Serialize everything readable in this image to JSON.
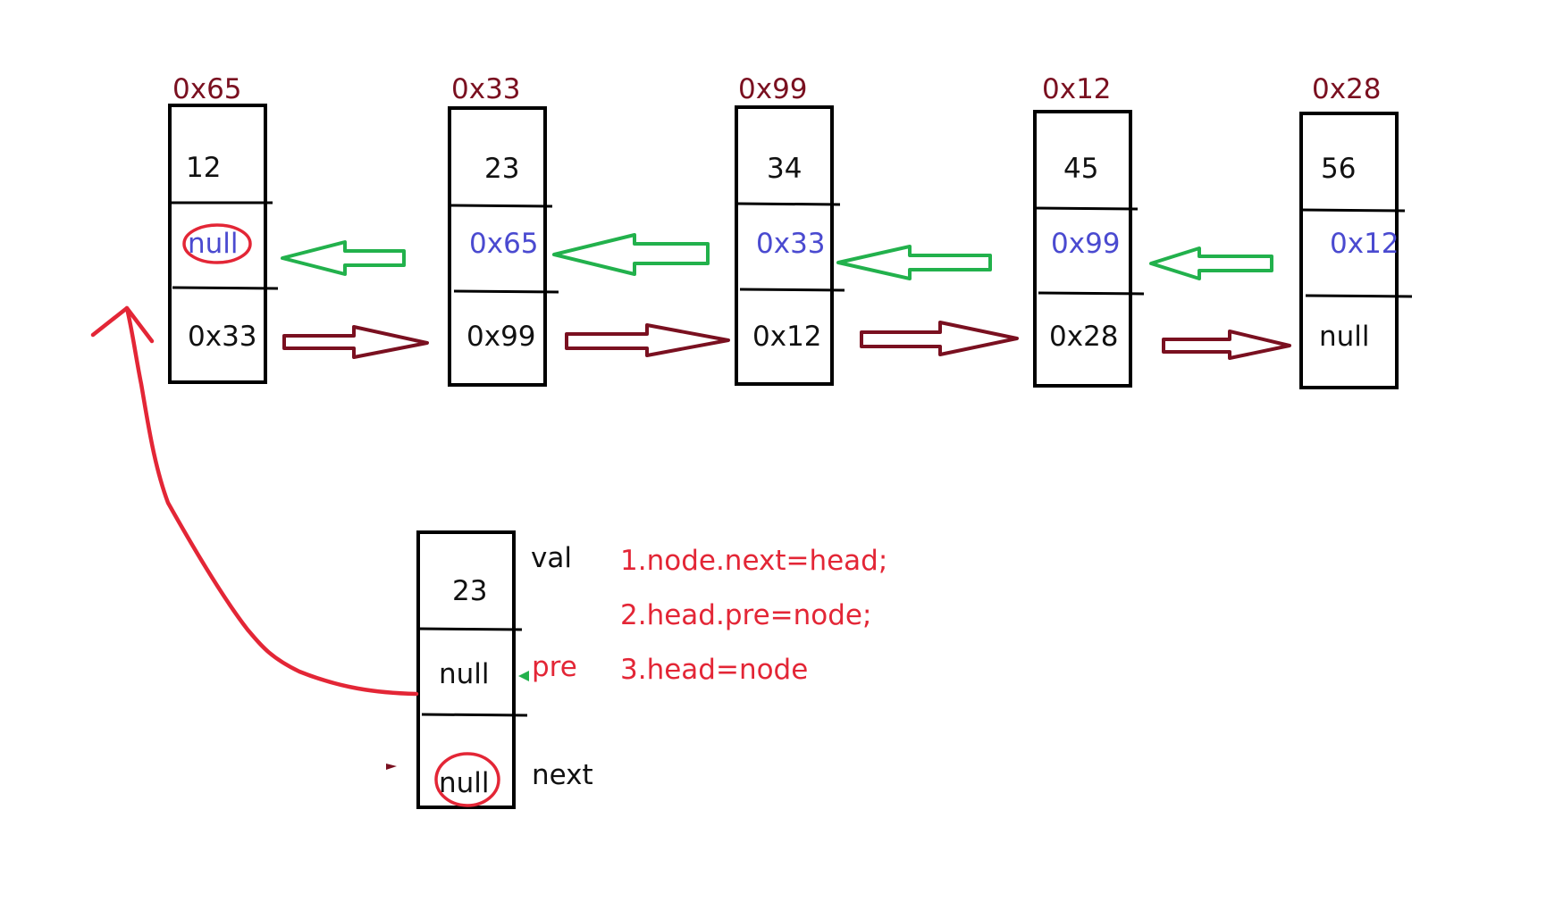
{
  "colors": {
    "box": "#000000",
    "address": "#7a1020",
    "pre_value": "#4a4ad0",
    "green_arrow": "#22b14c",
    "dark_red_arrow": "#7a1020",
    "red_annotation": "#e32636"
  },
  "list_nodes": [
    {
      "address": "0x65",
      "val": "12",
      "pre": "null",
      "next": "0x33",
      "pre_circled": true
    },
    {
      "address": "0x33",
      "val": "23",
      "pre": "0x65",
      "next": "0x99",
      "pre_circled": false
    },
    {
      "address": "0x99",
      "val": "34",
      "pre": "0x33",
      "next": "0x12",
      "pre_circled": false
    },
    {
      "address": "0x12",
      "val": "45",
      "pre": "0x99",
      "next": "0x28",
      "pre_circled": false
    },
    {
      "address": "0x28",
      "val": "56",
      "pre": "0x12",
      "next": "null",
      "pre_circled": false
    }
  ],
  "new_node": {
    "val": "23",
    "pre": "null",
    "next": "null",
    "labels": {
      "val": "val",
      "pre": "pre",
      "next": "next"
    }
  },
  "steps": [
    "1.node.next=head;",
    "2.head.pre=node;",
    "3.head=node"
  ]
}
